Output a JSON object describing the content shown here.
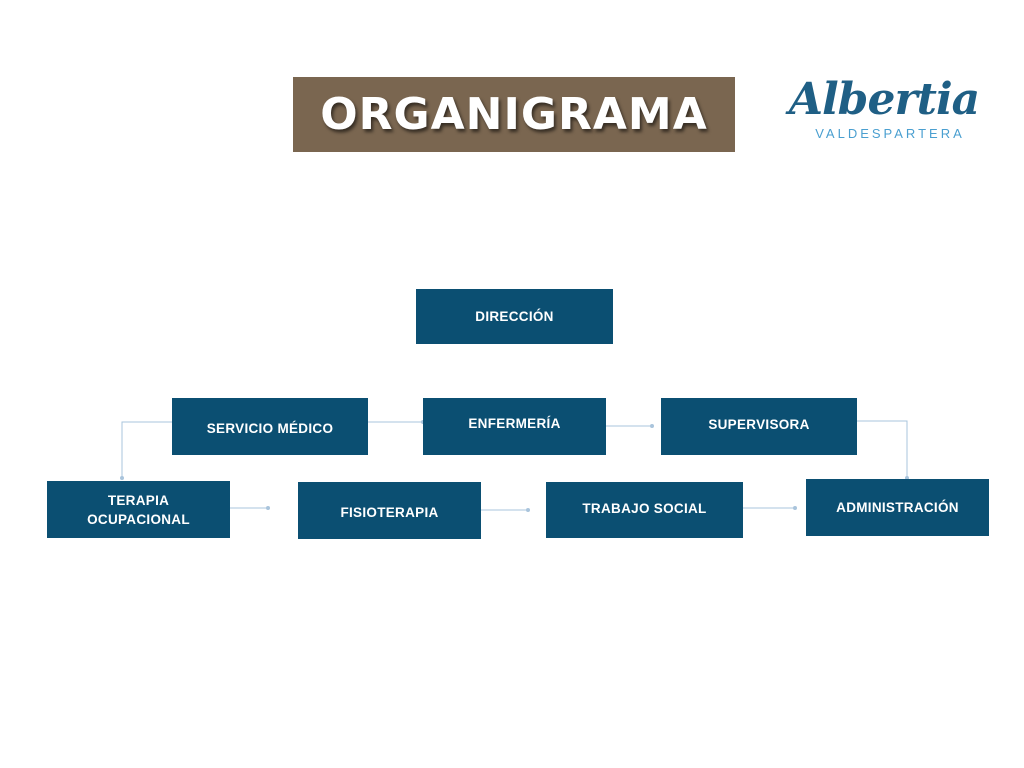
{
  "header": {
    "title": "ORGANIGRAMA"
  },
  "logo": {
    "name": "Albertia",
    "subtitle": "VALDESPARTERA"
  },
  "colors": {
    "banner": "#7a6650",
    "node": "#0b4f72",
    "connector": "#a9c4dc",
    "logo_primary": "#1f5f85",
    "logo_secondary": "#4a9fd0"
  },
  "org": {
    "direccion": "DIRECCIÓN",
    "servicio_medico": "SERVICIO MÉDICO",
    "enfermeria": "ENFERMERÍA",
    "supervisora": "SUPERVISORA",
    "terapia_ocupacional": "TERAPIA OCUPACIONAL",
    "fisioterapia": "FISIOTERAPIA",
    "trabajo_social": "TRABAJO SOCIAL",
    "administracion": "ADMINISTRACIÓN"
  }
}
